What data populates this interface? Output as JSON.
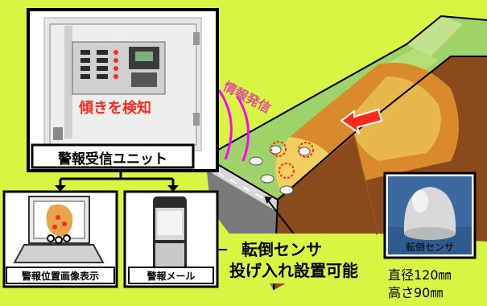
{
  "detect_label": "傾きを検知",
  "signal_label": "情報発信",
  "unit_label": "警報受信ユニット",
  "pc_label": "警報位置画像表示",
  "mail_label": "警報メール",
  "sensor_label_line1": "転倒センサ",
  "sensor_label_line2": "投げ入れ設置可能",
  "photo_label": "転倒センサ",
  "spec_diameter": "直径120㎜",
  "spec_height": "高さ90㎜",
  "colors": {
    "background": "#d9f544",
    "accent_red": "#ff2a1a",
    "signal_magenta": "#ff00ff",
    "signal_text": "#e0509a"
  }
}
